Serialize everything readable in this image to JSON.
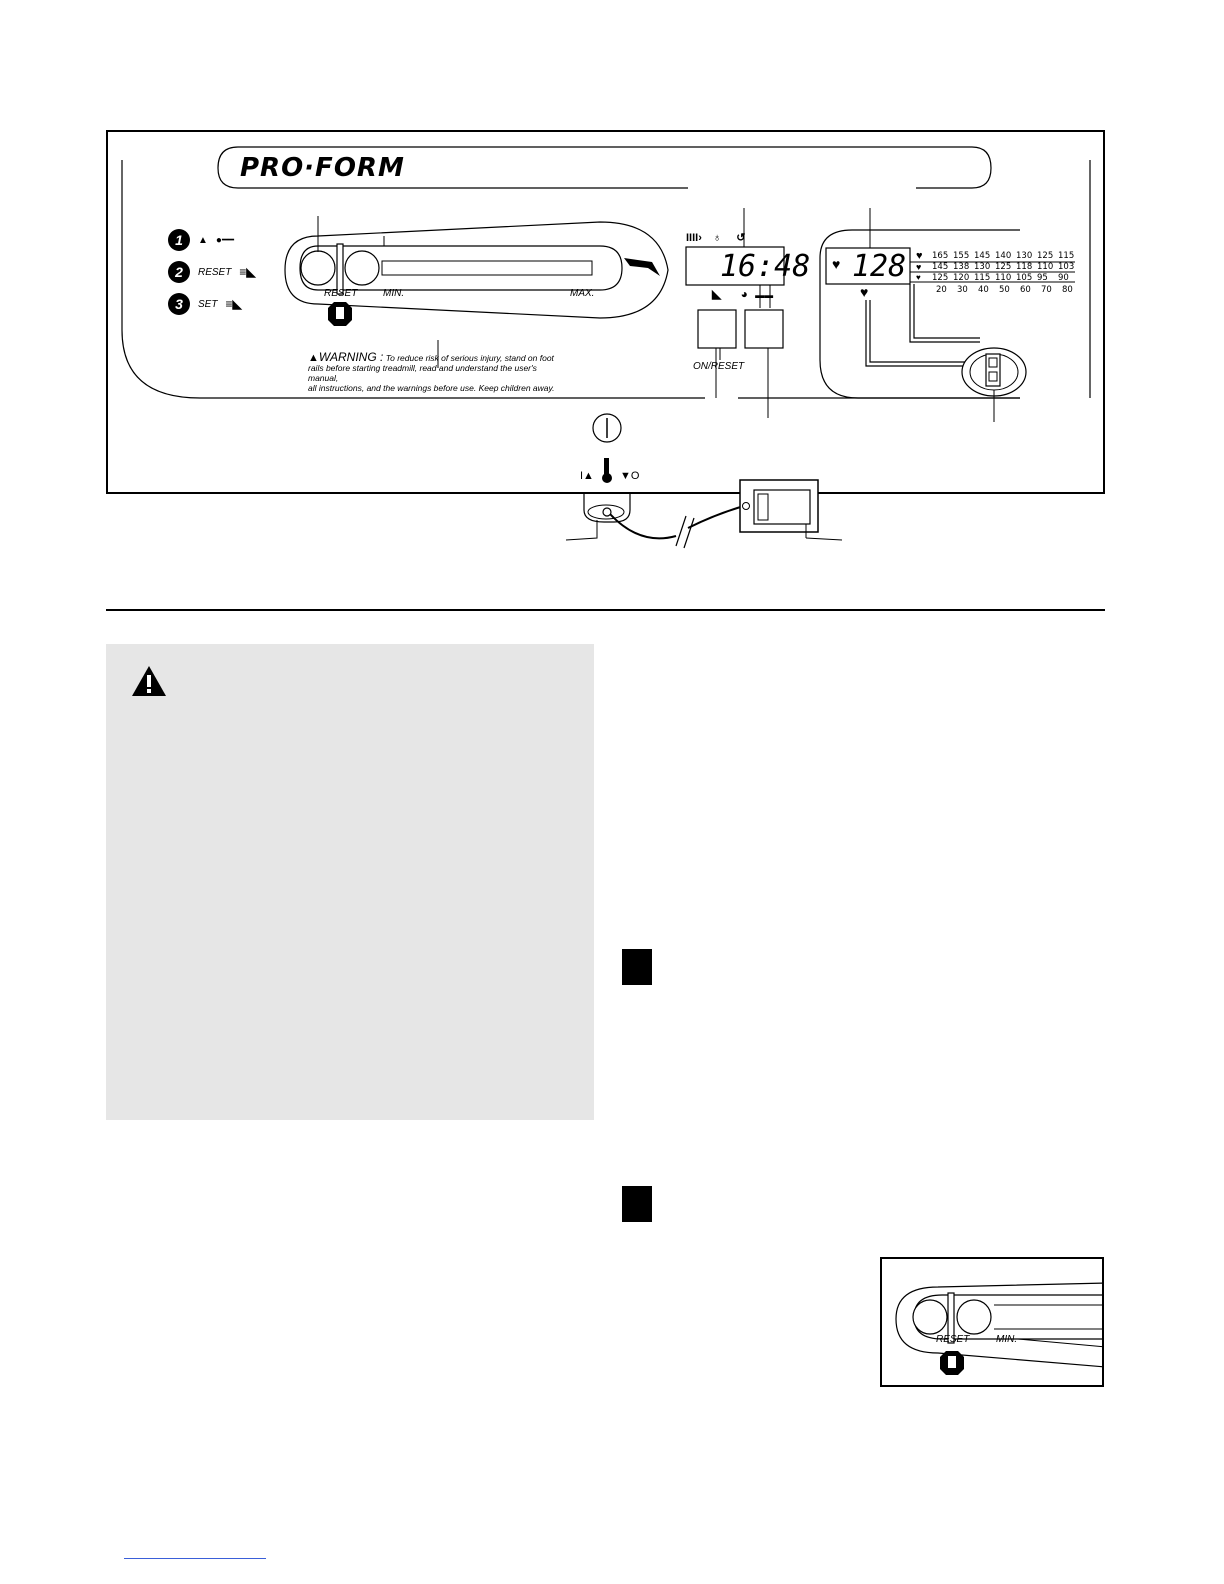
{
  "console": {
    "brand": "PRO·FORM",
    "steps": [
      {
        "num": "1",
        "label": "▲"
      },
      {
        "num": "2",
        "label": "RESET"
      },
      {
        "num": "3",
        "label": "SET"
      }
    ],
    "reset_label": "RESET",
    "min_label": "MIN.",
    "max_label": "MAX.",
    "warning_title": "WARNING :",
    "warning_lines": [
      "To reduce risk of serious injury, stand on foot",
      "rails before starting treadmill, read and understand the user's manual,",
      "all instructions, and the warnings before use.  Keep children away."
    ],
    "display_value": "16:48",
    "on_reset_label": "ON/RESET",
    "heart_rate_value": "128",
    "hr_table": {
      "rows": [
        [
          "165",
          "155",
          "145",
          "140",
          "130",
          "125",
          "115"
        ],
        [
          "145",
          "138",
          "130",
          "125",
          "118",
          "110",
          "103"
        ],
        [
          "125",
          "120",
          "115",
          "110",
          "105",
          "95",
          "90"
        ]
      ],
      "ages": [
        "20",
        "30",
        "40",
        "50",
        "60",
        "70",
        "80"
      ]
    },
    "key_labels": {
      "left": "I▲",
      "right": "▼O"
    },
    "power_symbol": "|"
  },
  "inset": {
    "reset_label": "RESET",
    "min_label": "MIN."
  },
  "colors": {
    "panel_gray": "#e6e6e6",
    "ink": "#000000"
  }
}
